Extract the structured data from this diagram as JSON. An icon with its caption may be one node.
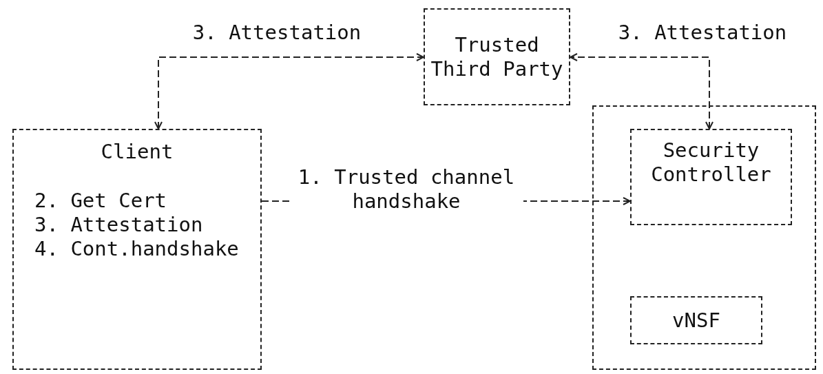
{
  "diagram": {
    "nodes": [
      {
        "text": [
          "Trusted Third Party"
        ]
      },
      {
        "text": [
          "Client",
          "2. Get Cert",
          "3. Attestation",
          "4. Cont.handshake"
        ]
      },
      {
        "text": [],
        "shape": "box"
      },
      {
        "text": [
          "Security Controller"
        ],
        "in": 2
      },
      {
        "text": [
          "vNSF"
        ],
        "in": 2
      }
    ],
    "edges": [
      {
        "from": 1,
        "to": 0,
        "arrow": "both",
        "label": "3. Attestation"
      },
      {
        "from": 3,
        "to": 0,
        "arrow": "both",
        "label": "3. Attestation"
      },
      {
        "from": 1,
        "to": 3,
        "arrow": "to",
        "label": "1. Trusted channel handshake"
      }
    ]
  }
}
